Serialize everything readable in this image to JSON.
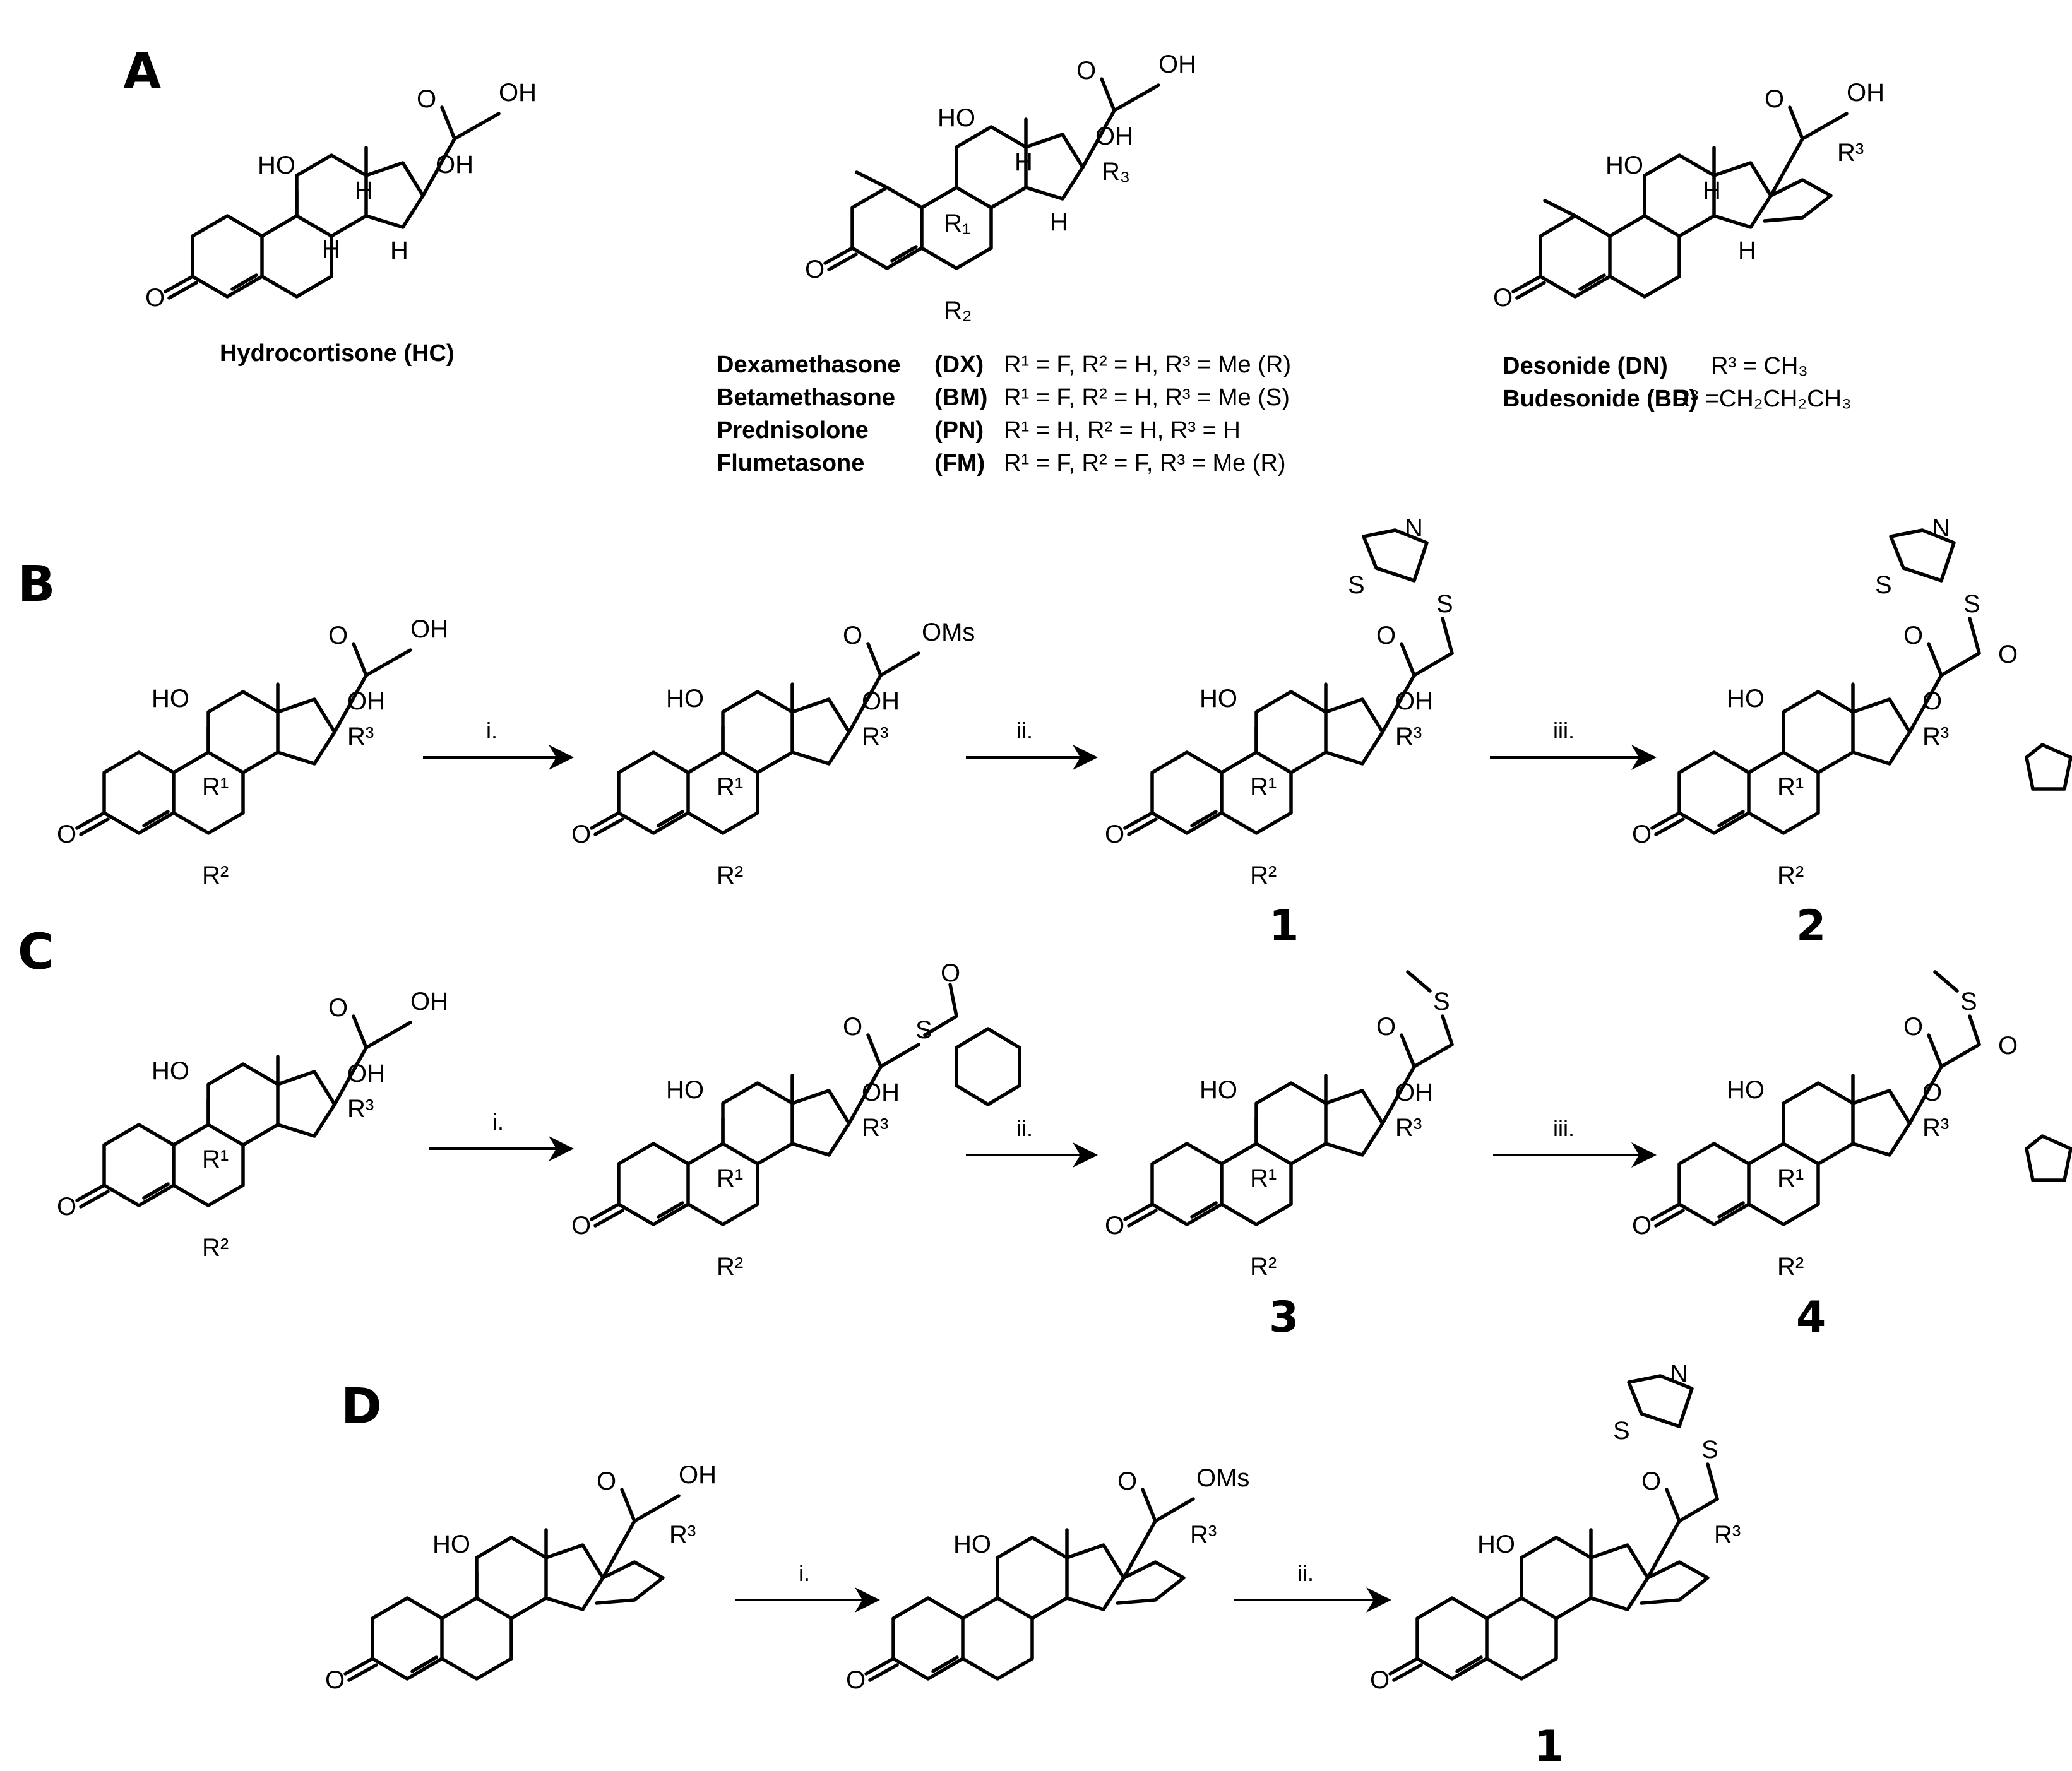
{
  "panels": {
    "a": "A",
    "b": "B",
    "c": "C",
    "d": "D"
  },
  "compounds": {
    "hc": {
      "name": "Hydrocortisone (HC)"
    },
    "dexa_rows": [
      {
        "name": "Dexamethasone",
        "code": "(DX)",
        "subst": "R¹ = F, R² = H, R³ = Me (R)"
      },
      {
        "name": "Betamethasone",
        "code": "(BM)",
        "subst": "R¹ =  F, R² = H, R³ = Me (S)"
      },
      {
        "name": "Prednisolone",
        "code": "(PN)",
        "subst": "R¹ = H, R² = H, R³ = H"
      },
      {
        "name": "Flumetasone",
        "code": "(FM)",
        "subst": "R¹ = F, R² = F, R³ = Me (R)"
      }
    ],
    "acetonide_rows": [
      {
        "name": "Desonide (DN)",
        "subst": "R³ = CH₃"
      },
      {
        "name": "Budesonide (BD)",
        "subst": "R³ =CH₂CH₂CH₃"
      }
    ]
  },
  "reagents": {
    "i": "i.",
    "ii": "ii.",
    "iii": "iii."
  },
  "compound_numbers": {
    "n1": "1",
    "n2": "2",
    "n3": "3",
    "n4": "4",
    "n1d": "1"
  },
  "atoms": {
    "HO": "HO",
    "OH": "OH",
    "O": "O",
    "H": "H",
    "R1": "R¹",
    "R2": "R²",
    "R3": "R³",
    "R1sub": "R₁",
    "R2sub": "R₂",
    "R3sub": "R₃",
    "OMs": "OMs",
    "S": "S",
    "N": "N"
  }
}
